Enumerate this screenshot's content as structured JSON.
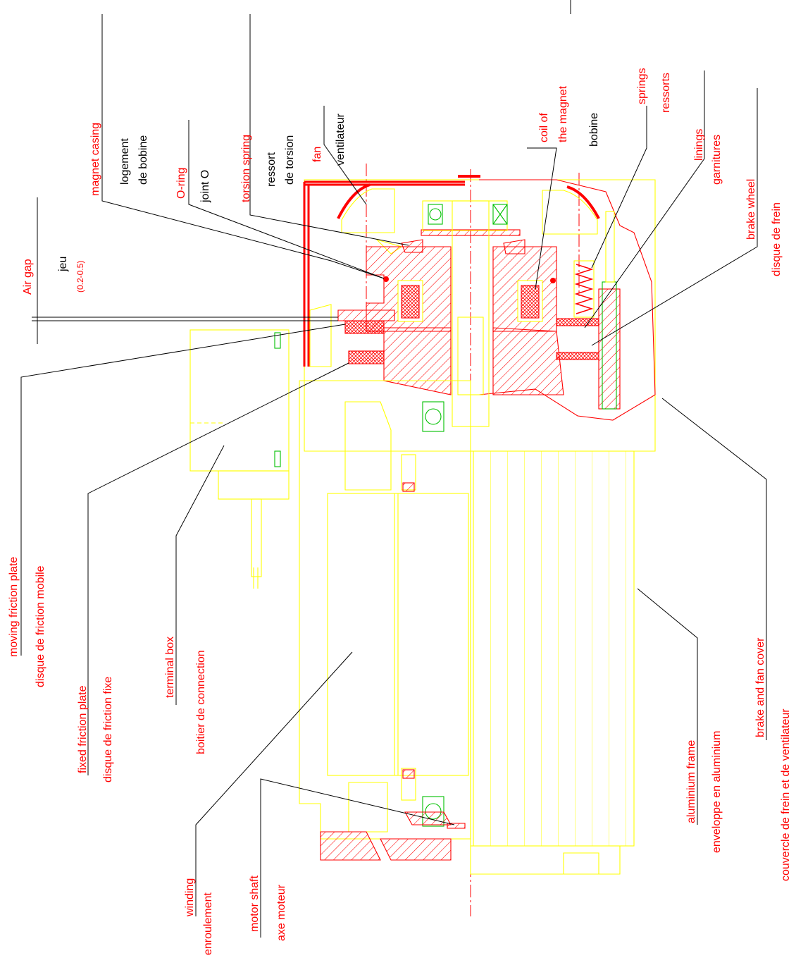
{
  "labels": {
    "air_gap": "Air gap",
    "jeu": "jeu",
    "jeu_range": "(0.2-0.5)",
    "magnet_casing": "magnet casing",
    "logement": "logement",
    "de_bobine": "de bobine",
    "o_ring": "O-ring",
    "joint_o": "joint O",
    "torsion_spring": "torsion spring",
    "ressort": "ressort",
    "de_torsion": "de torsion",
    "fan": "fan",
    "ventilateur": "ventilateur",
    "coil_of": "coil of",
    "the_magnet": "the magnet",
    "bobine": "bobine",
    "springs": "springs",
    "ressorts": "ressorts",
    "linings": "linings",
    "garnitures": "garnitures",
    "brake_wheel": "brake wheel",
    "disque_de_frein": "disque de frein",
    "moving_friction_plate": "moving friction plate",
    "disque_friction_mobile": "disque de friction mobile",
    "fixed_friction_plate": "fixed friction plate",
    "disque_friction_fixe": "disque de friction fixe",
    "terminal_box": "terminal box",
    "boitier_connection": "boitier de connection",
    "winding": "winding",
    "enroulement": "enroulement",
    "motor_shaft": "motor shaft",
    "axe_moteur": "axe moteur",
    "aluminium_frame": "aluminium frame",
    "enveloppe_aluminium": "enveloppe en aluminium",
    "brake_fan_cover": "brake and fan cover",
    "couvercle": "couvercle de frein et de ventilateur"
  },
  "colors": {
    "label_text": "#ff0000",
    "drawing_primary": "#ffff00",
    "section_hatch": "#ff0000",
    "bearing": "#00c000",
    "leader": "#000000"
  }
}
